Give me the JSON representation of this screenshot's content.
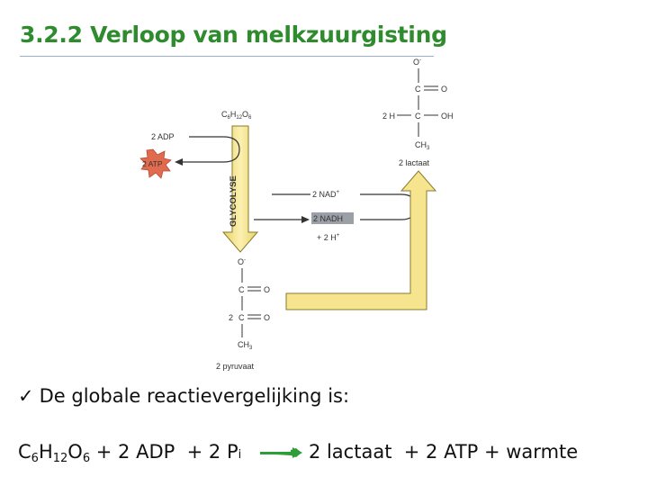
{
  "title": "3.2.2  Verloop van melkzuurgisting",
  "diagram": {
    "glucose": "C6H12O6",
    "glucose_base": "C",
    "glucose_sub1": "6",
    "glucose_h": "H",
    "glucose_sub2": "12",
    "glucose_o": "O",
    "glucose_sub3": "6",
    "adp": "2 ADP",
    "atp": "2 ATP",
    "glycolyse": "GLYCOLYSE",
    "nad": "2 NAD",
    "nad_sup": "+",
    "nadh": "2 NADH",
    "h_plus": "+ 2 H",
    "h_plus_sup": "+",
    "lactaat_label": "2 lactaat",
    "pyruvaat_label": "2 pyruvaat",
    "lactaat_struct": {
      "o_minus": "O",
      "minus": "-",
      "c1": "C",
      "o1": "O",
      "prefix": "2 H",
      "c2": "C",
      "oh": "OH",
      "ch3": "CH",
      "ch3_sub": "3"
    },
    "pyruvaat_struct": {
      "o_minus": "O",
      "minus": "-",
      "c1": "C",
      "o1": "O",
      "prefix": "2",
      "c2": "C",
      "o2": "O",
      "ch3": "CH",
      "ch3_sub": "3"
    }
  },
  "bullet": {
    "check": "✓",
    "text": "De globale reactievergelijking is:"
  },
  "equation": {
    "c": "C",
    "c_sub": "6",
    "h": "H",
    "h_sub": "12",
    "o": "O",
    "o_sub": "6",
    "reactants_rest": " + 2 ADP  + 2 P",
    "pi_sub": "i",
    "products": "2 lactaat  + 2 ATP + warmte"
  },
  "colors": {
    "title": "#2e8b2e",
    "arrow_fill": "#f6e58e",
    "arrow_stroke": "#8a7a2a",
    "atp_burst": "#e06b4f",
    "nadh_box": "#9aa0a6",
    "equation_arrow": "#2e9e3a"
  }
}
